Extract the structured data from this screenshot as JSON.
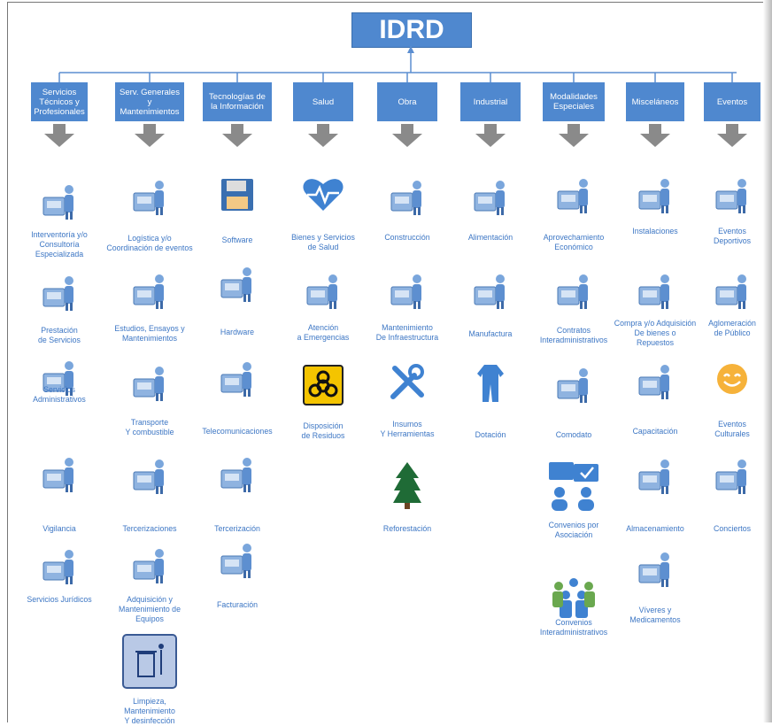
{
  "title": "IDRD",
  "columns": [
    {
      "header": "Servicios\nTécnicos y\nProfesionales",
      "items": [
        {
          "label": "Interventoría y/o\nConsultoría\nEspecializada",
          "icon": "engineer-desk-icon"
        },
        {
          "label": "Prestación\nde Servicios",
          "icon": "worker-desk-icon"
        },
        {
          "label": "Servicios\nAdministrativos",
          "icon": "office-worker-icon"
        },
        {
          "label": "Vigilancia",
          "icon": "guard-icon"
        },
        {
          "label": "Servicios Jurídicos",
          "icon": "scales-icon"
        }
      ]
    },
    {
      "header": "Serv. Generales\ny\nMantenimientos",
      "items": [
        {
          "label": "Logística y/o\nCoordinación de eventos",
          "icon": "logistics-icon"
        },
        {
          "label": "Estudios, Ensayos y\nMantenimientos",
          "icon": "lab-flask-icon"
        },
        {
          "label": "Transporte\nY combustible",
          "icon": "transport-box-icon"
        },
        {
          "label": "Tercerizaciones",
          "icon": "worker-computer-icon"
        },
        {
          "label": "Adquisición  y\nMantenimiento de\nEquipos",
          "icon": "equipment-icon"
        },
        {
          "label": "Limpieza,\nMantenimiento\nY desinfección",
          "icon": "trash-can-icon"
        }
      ]
    },
    {
      "header": "Tecnologías de\nla Información",
      "items": [
        {
          "label": "Software",
          "icon": "floppy-disk-icon"
        },
        {
          "label": "Hardware",
          "icon": "servers-icon"
        },
        {
          "label": "Telecomunicaciones",
          "icon": "telephone-network-icon"
        },
        {
          "label": "Tercerización",
          "icon": "meeting-icon"
        },
        {
          "label": "Facturación",
          "icon": "billing-icon"
        }
      ]
    },
    {
      "header": "Salud",
      "items": [
        {
          "label": "Bienes y Servicios\nde Salud",
          "icon": "heartbeat-icon"
        },
        {
          "label": "Atención\na Emergencias",
          "icon": "ambulance-icon"
        },
        {
          "label": "Disposición\nde Residuos",
          "icon": "biohazard-icon"
        }
      ]
    },
    {
      "header": "Obra",
      "items": [
        {
          "label": "Construcción",
          "icon": "builder-icon"
        },
        {
          "label": "Mantenimiento\nDe Infraestructura",
          "icon": "terrain-map-icon"
        },
        {
          "label": "Insumos\nY Herramientas",
          "icon": "tools-icon"
        },
        {
          "label": "Reforestación",
          "icon": "tree-icon"
        }
      ]
    },
    {
      "header": "Industrial",
      "items": [
        {
          "label": "Alimentación",
          "icon": "vending-machine-icon"
        },
        {
          "label": "Manufactura",
          "icon": "manufacturing-icon"
        },
        {
          "label": "Dotación",
          "icon": "uniform-icon"
        }
      ]
    },
    {
      "header": "Modalidades\nEspeciales",
      "items": [
        {
          "label": "Aprovechamiento\nEconómico",
          "icon": "coins-safe-icon"
        },
        {
          "label": "Contratos\nInteradministrativos",
          "icon": "handshake-icon"
        },
        {
          "label": "Comodato",
          "icon": "desk-people-icon"
        },
        {
          "label": "Convenios por\nAsociación",
          "icon": "chat-people-icon"
        },
        {
          "label": "Convenios\nInteradministrativos",
          "icon": "group-people-icon"
        }
      ]
    },
    {
      "header": "Misceláneos",
      "items": [
        {
          "label": "Instalaciones",
          "icon": "server-racks-icon"
        },
        {
          "label": "Compra y/o Adquisición\nDe bienes o\nRepuestos",
          "icon": "purchase-icon"
        },
        {
          "label": "Capacitación",
          "icon": "classroom-icon"
        },
        {
          "label": "Almacenamiento",
          "icon": "warehouse-icon"
        },
        {
          "label": "Víveres y\nMedicamentos",
          "icon": "pantry-icon"
        }
      ]
    },
    {
      "header": "Eventos",
      "items": [
        {
          "label": "Eventos\nDeportivos",
          "icon": "sports-icon"
        },
        {
          "label": "Aglomeración\nde Público",
          "icon": "stadium-icon"
        },
        {
          "label": "Eventos\nCulturales",
          "icon": "smiley-icon"
        },
        {
          "label": "Conciertos",
          "icon": "stage-icon"
        }
      ]
    }
  ],
  "colors": {
    "accent": "#4f88cf",
    "label": "#3c76c4",
    "arrow": "#8a8a8a",
    "line": "#5b8ed1"
  }
}
